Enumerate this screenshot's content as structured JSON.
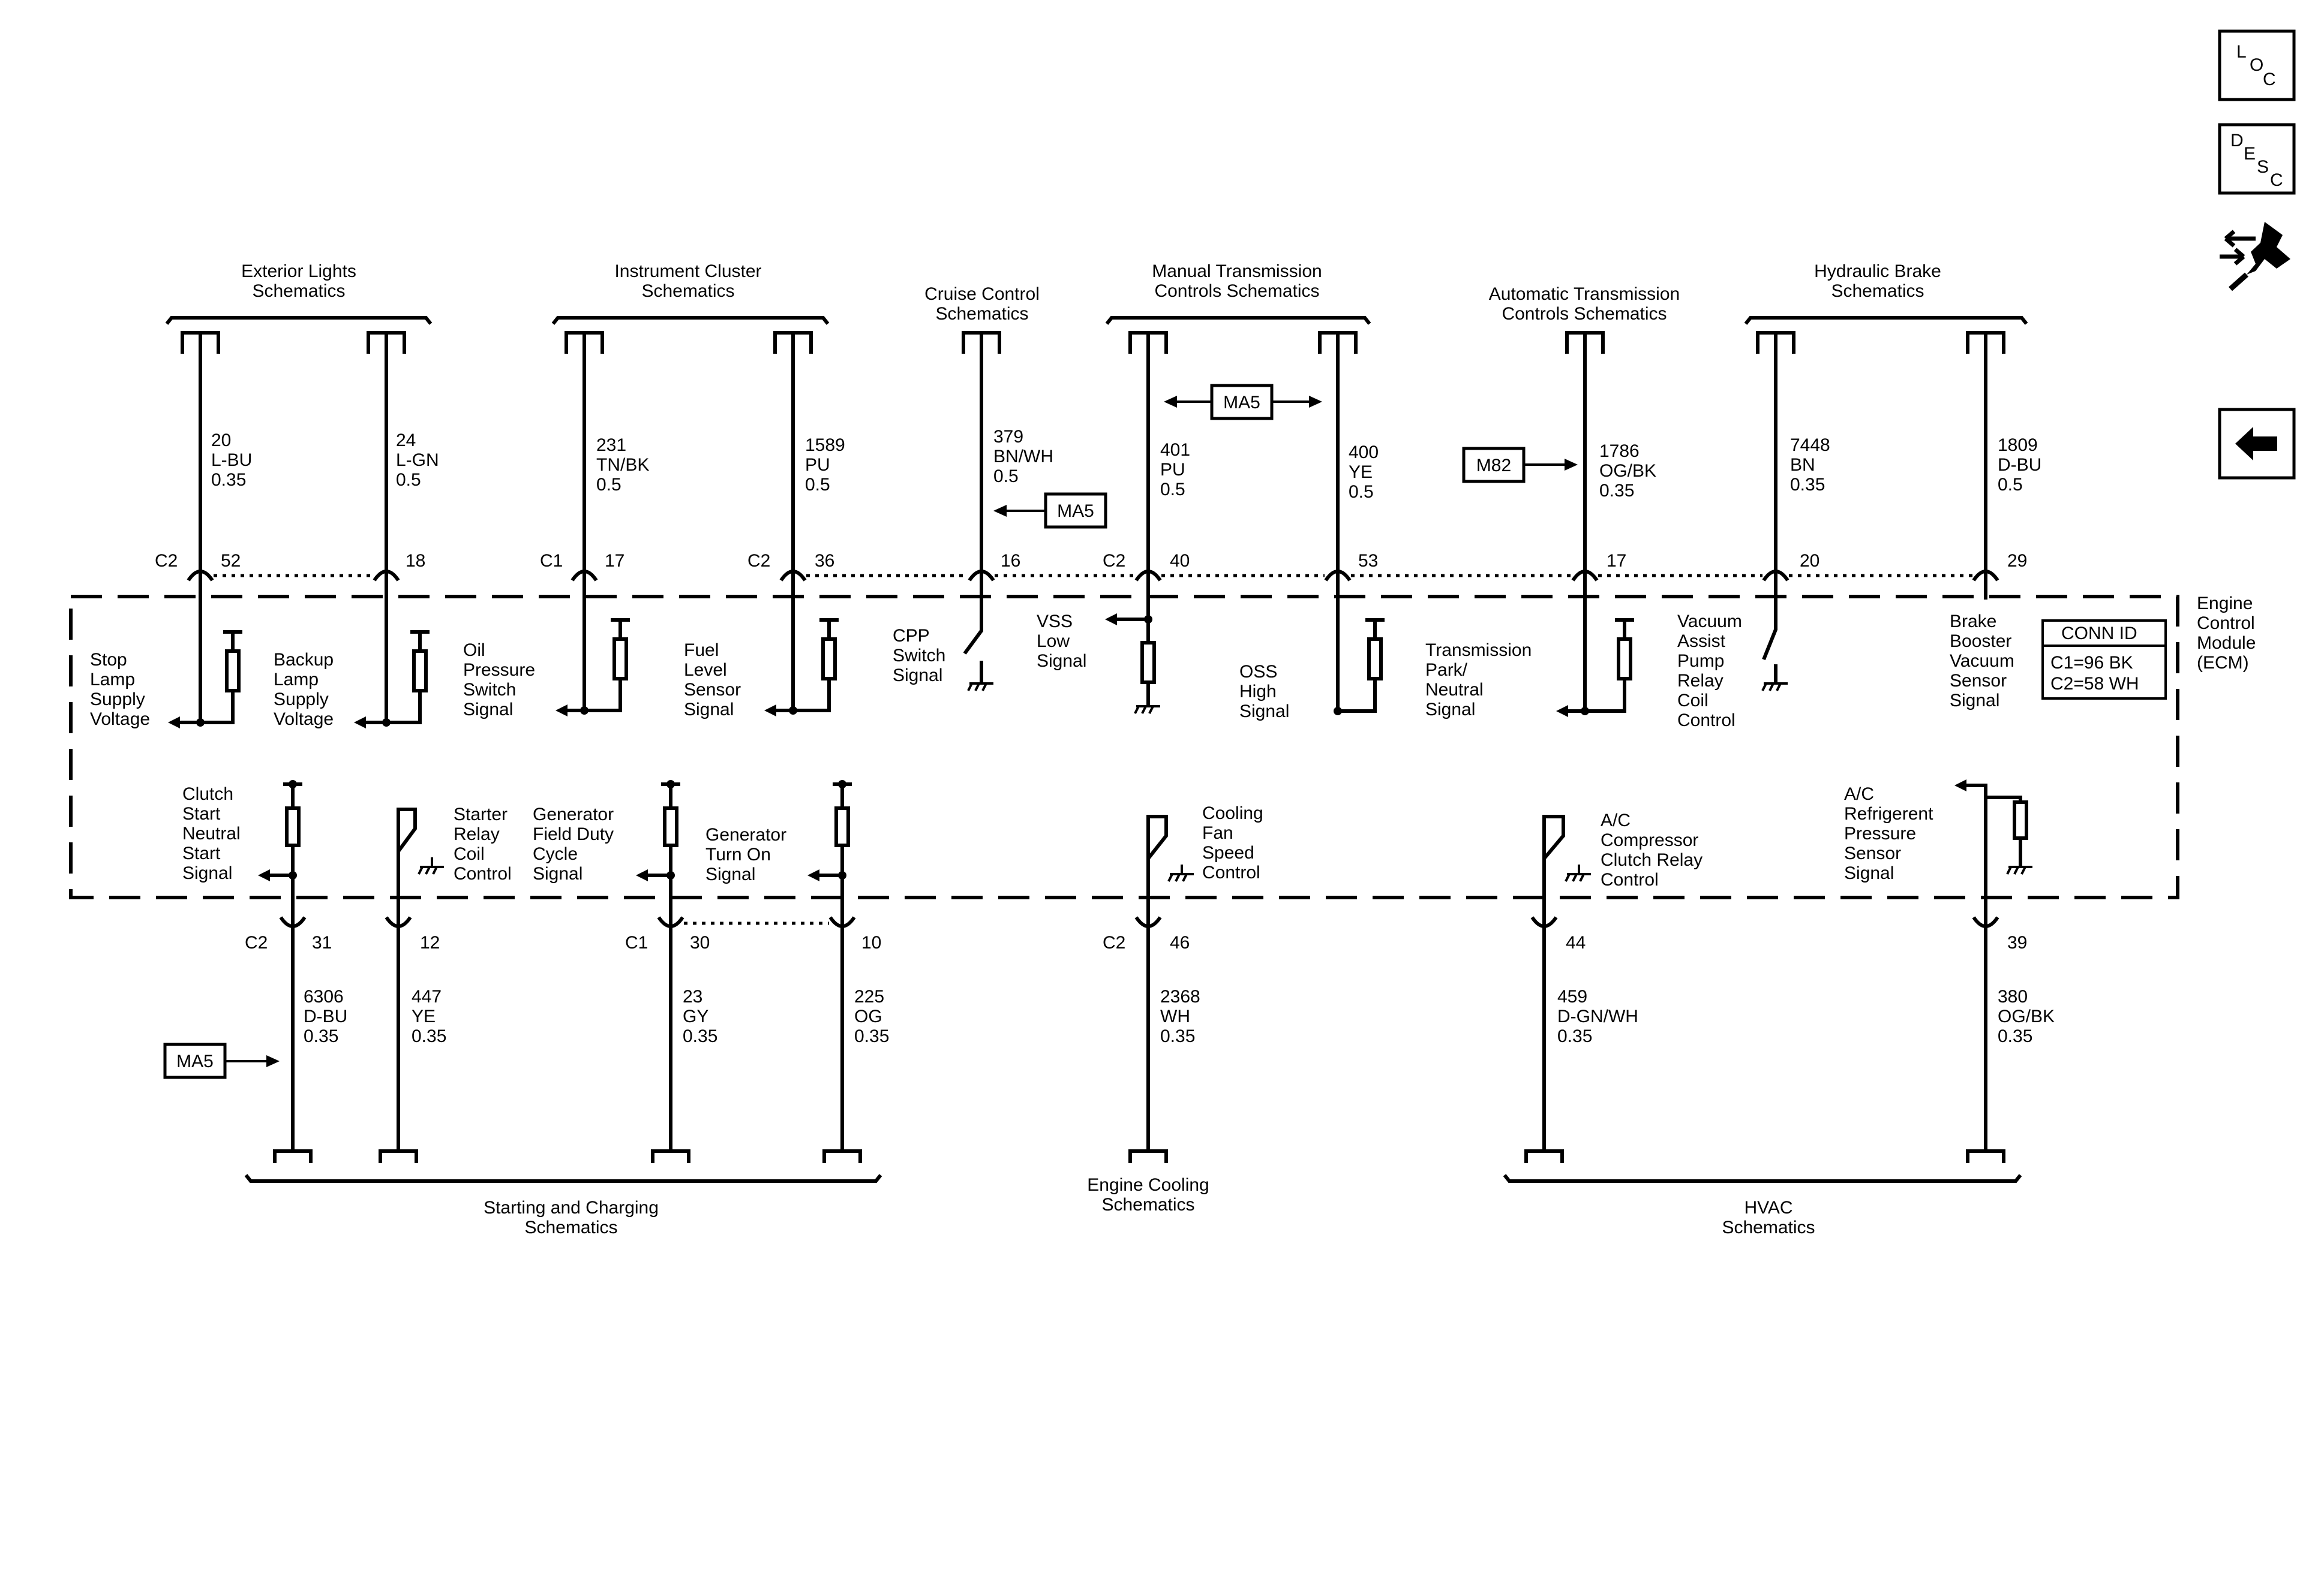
{
  "nav_icons": [
    {
      "name": "location",
      "letters": [
        "L",
        "O",
        "C"
      ]
    },
    {
      "name": "description",
      "letters": [
        "D",
        "E",
        "S",
        "C"
      ]
    },
    {
      "name": "connector-tool"
    },
    {
      "name": "back-arrow"
    }
  ],
  "ecm": {
    "lines": [
      "Engine",
      "Control",
      "Module",
      "(ECM)"
    ]
  },
  "conn_id": {
    "title": "CONN ID",
    "c1": "C1=96 BK",
    "c2": "C2=58 WH"
  },
  "top_groups": [
    {
      "lines": [
        "Exterior Lights",
        "Schematics"
      ]
    },
    {
      "lines": [
        "Instrument Cluster",
        "Schematics"
      ]
    },
    {
      "lines": [
        "Cruise Control",
        "Schematics"
      ]
    },
    {
      "lines": [
        "Manual Transmission",
        "Controls Schematics"
      ]
    },
    {
      "lines": [
        "Automatic Transmission",
        "Controls Schematics"
      ]
    },
    {
      "lines": [
        "Hydraulic Brake",
        "Schematics"
      ]
    }
  ],
  "bottom_groups": [
    {
      "lines": [
        "Starting and Charging",
        "Schematics"
      ]
    },
    {
      "lines": [
        "Engine Cooling",
        "Schematics"
      ]
    },
    {
      "lines": [
        "HVAC",
        "Schematics"
      ]
    }
  ],
  "top_wires": [
    {
      "circuit": "20",
      "color": "L-BU",
      "gauge": "0.35",
      "connector": "C2",
      "pin": "52",
      "signal": [
        "Stop",
        "Lamp",
        "Supply",
        "Voltage"
      ]
    },
    {
      "circuit": "24",
      "color": "L-GN",
      "gauge": "0.5",
      "connector": "",
      "pin": "18",
      "signal": [
        "Backup",
        "Lamp",
        "Supply",
        "Voltage"
      ]
    },
    {
      "circuit": "231",
      "color": "TN/BK",
      "gauge": "0.5",
      "connector": "C1",
      "pin": "17",
      "signal": [
        "Oil",
        "Pressure",
        "Switch",
        "Signal"
      ]
    },
    {
      "circuit": "1589",
      "color": "PU",
      "gauge": "0.5",
      "connector": "C2",
      "pin": "36",
      "signal": [
        "Fuel",
        "Level",
        "Sensor",
        "Signal"
      ]
    },
    {
      "circuit": "379",
      "color": "BN/WH",
      "gauge": "0.5",
      "connector": "",
      "pin": "16",
      "signal": [
        "CPP",
        "Switch",
        "Signal"
      ]
    },
    {
      "circuit": "401",
      "color": "PU",
      "gauge": "0.5",
      "connector": "C2",
      "pin": "40",
      "signal": [
        "VSS",
        "Low",
        "Signal"
      ]
    },
    {
      "circuit": "400",
      "color": "YE",
      "gauge": "0.5",
      "connector": "",
      "pin": "53",
      "signal": [
        "OSS",
        "High",
        "Signal"
      ]
    },
    {
      "circuit": "1786",
      "color": "OG/BK",
      "gauge": "0.35",
      "connector": "",
      "pin": "17",
      "signal": [
        "Transmission",
        "Park/",
        "Neutral",
        "Signal"
      ]
    },
    {
      "circuit": "7448",
      "color": "BN",
      "gauge": "0.35",
      "connector": "",
      "pin": "20",
      "signal": [
        "Vacuum",
        "Assist",
        "Pump",
        "Relay",
        "Coil",
        "Control"
      ]
    },
    {
      "circuit": "1809",
      "color": "D-BU",
      "gauge": "0.5",
      "connector": "",
      "pin": "29",
      "signal": [
        "Brake",
        "Booster",
        "Vacuum",
        "Sensor",
        "Signal"
      ]
    }
  ],
  "bottom_wires": [
    {
      "circuit": "6306",
      "color": "D-BU",
      "gauge": "0.35",
      "connector": "C2",
      "pin": "31",
      "signal": [
        "Clutch",
        "Start",
        "Neutral",
        "Start",
        "Signal"
      ]
    },
    {
      "circuit": "447",
      "color": "YE",
      "gauge": "0.35",
      "connector": "",
      "pin": "12",
      "signal": [
        "Starter",
        "Relay",
        "Coil",
        "Control"
      ]
    },
    {
      "circuit": "23",
      "color": "GY",
      "gauge": "0.35",
      "connector": "C1",
      "pin": "30",
      "signal": [
        "Generator",
        "Field Duty",
        "Cycle",
        "Signal"
      ]
    },
    {
      "circuit": "225",
      "color": "OG",
      "gauge": "0.35",
      "connector": "",
      "pin": "10",
      "signal": [
        "Generator",
        "Turn On",
        "Signal"
      ]
    },
    {
      "circuit": "2368",
      "color": "WH",
      "gauge": "0.35",
      "connector": "C2",
      "pin": "46",
      "signal": [
        "Cooling",
        "Fan",
        "Speed",
        "Control"
      ]
    },
    {
      "circuit": "459",
      "color": "D-GN/WH",
      "gauge": "0.35",
      "connector": "",
      "pin": "44",
      "signal": [
        "A/C",
        "Compressor",
        "Clutch Relay",
        "Control"
      ]
    },
    {
      "circuit": "380",
      "color": "OG/BK",
      "gauge": "0.35",
      "connector": "",
      "pin": "39",
      "signal": [
        "A/C",
        "Refrigerent",
        "Pressure",
        "Sensor",
        "Signal"
      ]
    }
  ],
  "option_labels": {
    "cruise": "MA5",
    "manual_trans": "MA5",
    "auto_trans": "M82",
    "clutch": "MA5"
  }
}
